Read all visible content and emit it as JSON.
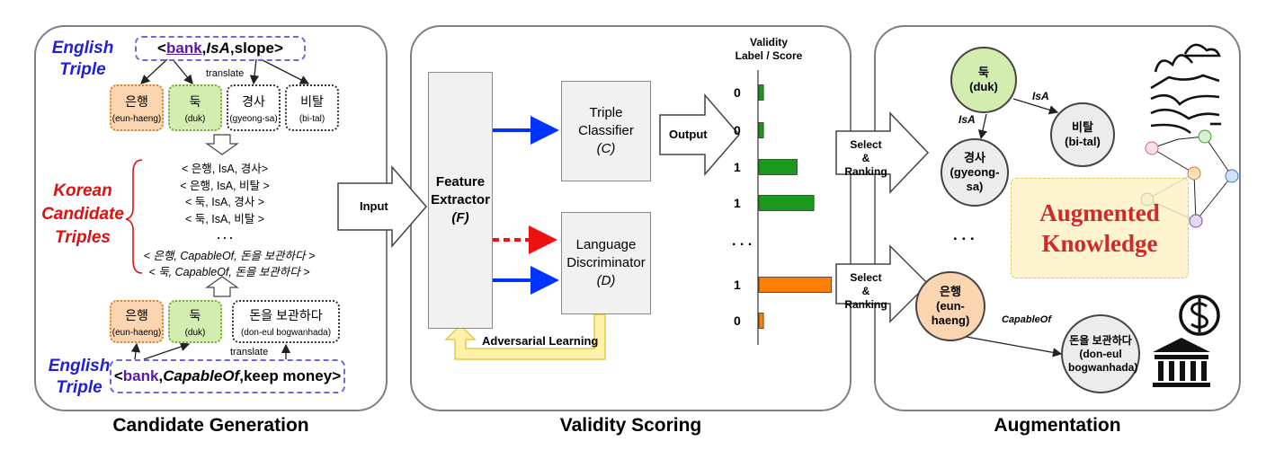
{
  "panels": {
    "candidate": "Candidate Generation",
    "validity": "Validity Scoring",
    "augmentation": "Augmentation"
  },
  "candidate": {
    "english_label_line1": "English",
    "english_label_line2": "Triple",
    "triple1": {
      "open": "< ",
      "head": "bank",
      "rel": "IsA",
      "tail": "slope>",
      "sep": ", "
    },
    "translate1": "translate",
    "words1": [
      {
        "ko": "은행",
        "rom": "(eun-haeng)"
      },
      {
        "ko": "둑",
        "rom": "(duk)"
      },
      {
        "ko": "경사",
        "rom": "(gyeong-sa)"
      },
      {
        "ko": "비탈",
        "rom": "(bi-tal)"
      }
    ],
    "korean_label": [
      "Korean",
      "Candidate",
      "Triples"
    ],
    "candidates_group1": [
      "< 은행, IsA, 경사>",
      "< 은행, IsA, 비탈 >",
      "< 둑, IsA, 경사 >",
      "< 둑, IsA, 비탈 >"
    ],
    "ellipsis": ". . .",
    "candidates_group2": [
      "< 은행, CapableOf, 돈을 보관하다 >",
      "< 둑, CapableOf, 돈을 보관하다 >"
    ],
    "words2": [
      {
        "ko": "은행",
        "rom": "(eun-haeng)"
      },
      {
        "ko": "둑",
        "rom": "(duk)"
      },
      {
        "ko": "돈을 보관하다",
        "rom": "(don-eul bogwanhada)"
      }
    ],
    "translate2": "translate",
    "triple2": {
      "open": "< ",
      "head": "bank",
      "rel": "CapableOf",
      "tail": "keep money>",
      "sep": ", "
    }
  },
  "validity": {
    "input": "Input",
    "feature_extractor": [
      "Feature",
      "Extractor",
      "(F)"
    ],
    "triple_classifier": [
      "Triple",
      "Classifier",
      "(C)"
    ],
    "language_discriminator": [
      "Language",
      "Discriminator",
      "(D)"
    ],
    "output": "Output",
    "adversarial": "Adversarial Learning",
    "score_header": [
      "Validity",
      "Label  / Score"
    ],
    "ellipsis": ". . .",
    "colors": {
      "blue_arrow": "#0033ff",
      "red_arrow": "#ee1111",
      "adversarial": "#fff2a8",
      "green": "#1a9a1a",
      "orange": "#ff8000"
    }
  },
  "chart_data": {
    "type": "bar",
    "orientation": "horizontal",
    "labels": [
      0,
      0,
      1,
      1,
      1,
      0
    ],
    "scores": [
      0.06,
      0.06,
      0.5,
      0.72,
      0.95,
      0.06
    ],
    "colors": [
      "#1a9a1a",
      "#1a9a1a",
      "#1a9a1a",
      "#1a9a1a",
      "#ff8000",
      "#ff8000"
    ]
  },
  "augmentation": {
    "select1": [
      "Select",
      "& Ranking"
    ],
    "select2": [
      "Select",
      "& Ranking"
    ],
    "nodes": {
      "duk": {
        "ko": "둑",
        "rom": "(duk)"
      },
      "gyeongsa": {
        "ko": "경사",
        "rom": "(gyeong-sa)"
      },
      "bital": {
        "ko": "비탈",
        "rom": "(bi-tal)"
      },
      "eunhaeng": {
        "ko": "은행",
        "rom": "(eun-haeng)"
      },
      "money": {
        "ko": "돈을 보관하다",
        "rom": "(don-eul bogwanhada)"
      }
    },
    "edge_isa1": "IsA",
    "edge_isa2": "IsA",
    "edge_capable": "CapableOf",
    "ellipsis": ". . .",
    "augmented": [
      "Augmented",
      "Knowledge"
    ],
    "icons": [
      "landscape-icon",
      "bank-icon",
      "dollar-icon",
      "knowledge-graph-icon"
    ]
  }
}
